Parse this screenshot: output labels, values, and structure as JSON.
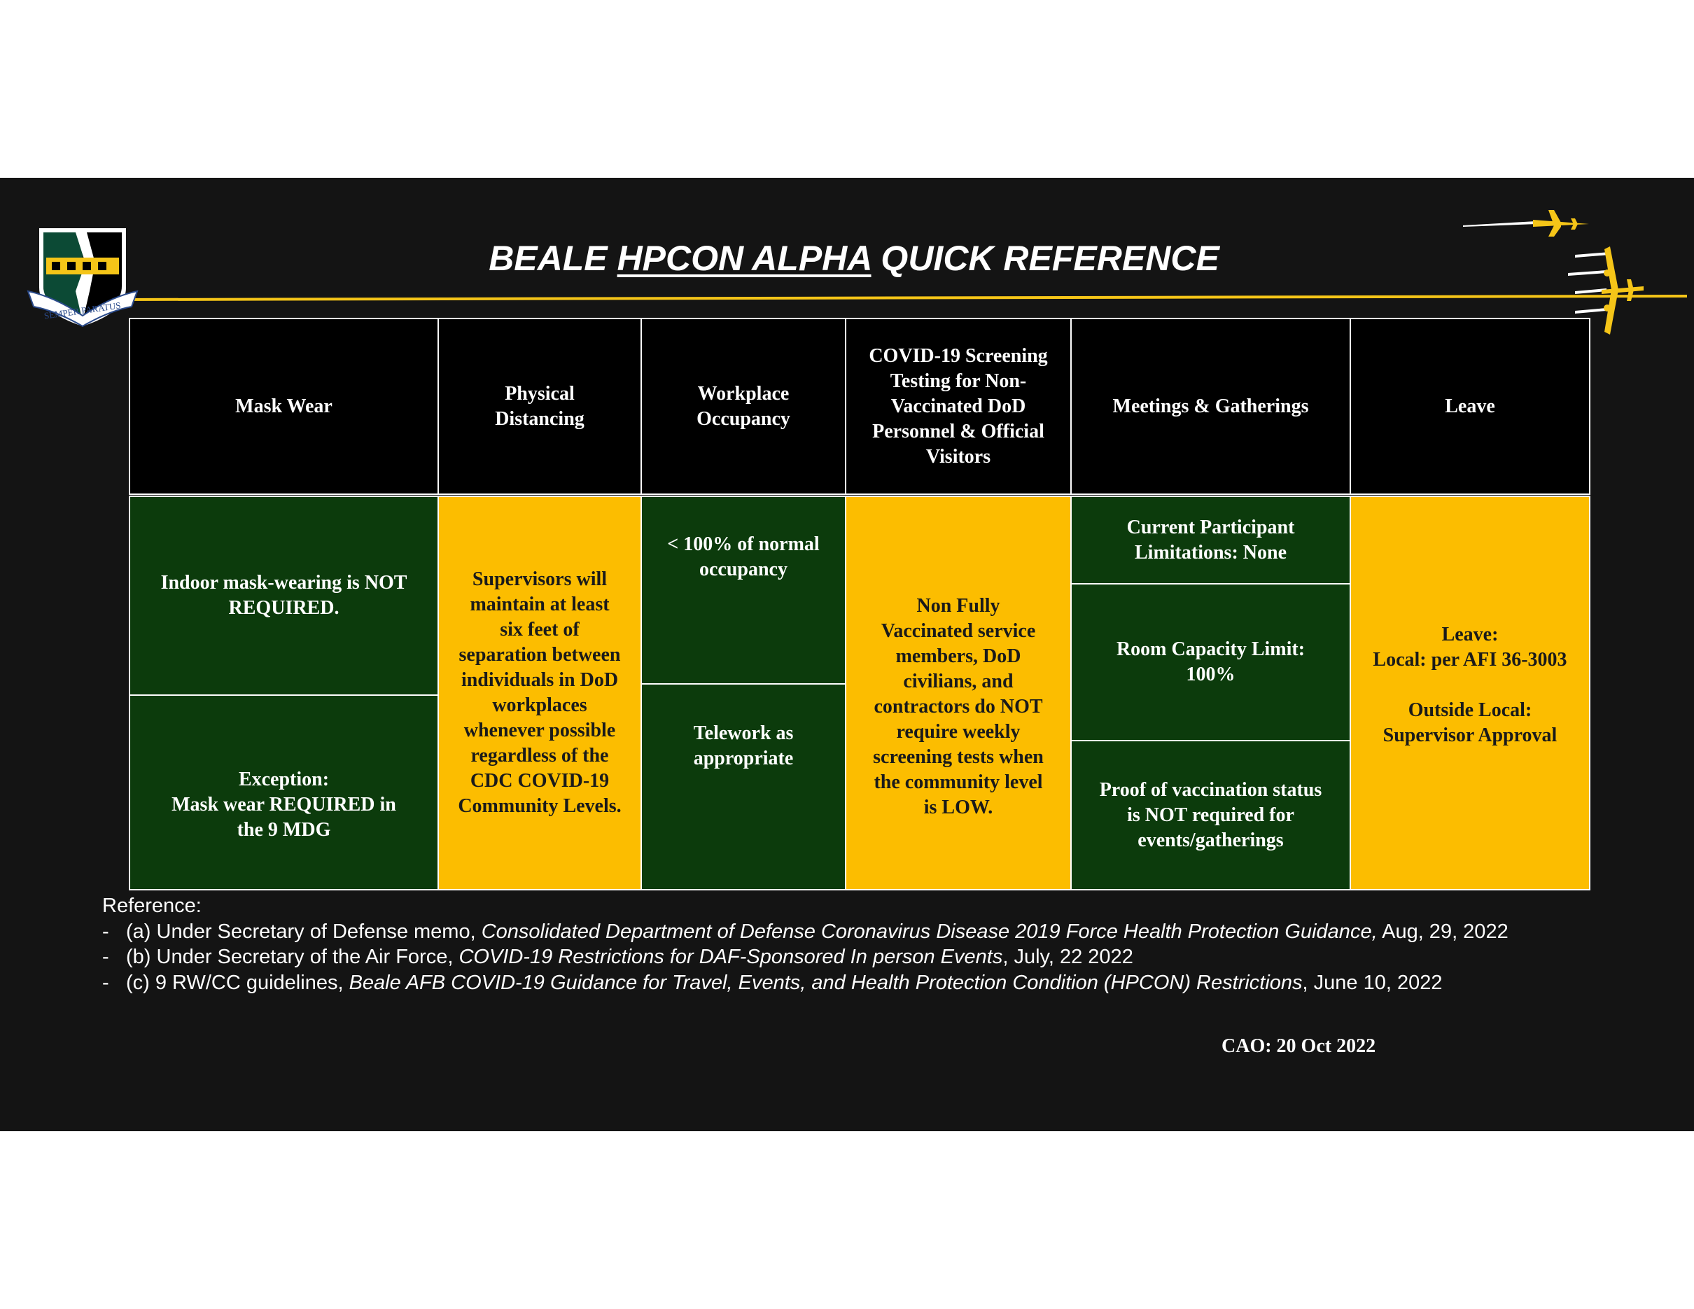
{
  "title": {
    "prefix": "BEALE ",
    "underlined": "HPCON ALPHA",
    "suffix": " QUICK REFERENCE"
  },
  "emblem": {
    "motto": "SEMPER PARATUS"
  },
  "table": {
    "headers": [
      "Mask Wear",
      "Physical\nDistancing",
      "Workplace\nOccupancy",
      "COVID-19 Screening\nTesting for Non-\nVaccinated DoD\nPersonnel & Official\nVisitors",
      "Meetings & Gatherings",
      "Leave"
    ],
    "mask_wear": {
      "primary": "Indoor mask-wearing is NOT\nREQUIRED.",
      "exception": "Exception:\nMask wear REQUIRED in\nthe 9 MDG"
    },
    "physical_distancing": "Supervisors will\nmaintain at least\nsix feet of\nseparation between\nindividuals in DoD\nworkplaces\nwhenever possible\nregardless of the\nCDC COVID-19\nCommunity Levels.",
    "workplace_occupancy": {
      "occupancy": "< 100% of normal\noccupancy",
      "telework": "Telework as\nappropriate"
    },
    "screening": "Non Fully\nVaccinated service\nmembers, DoD\ncivilians, and\ncontractors do NOT\nrequire weekly\nscreening tests when\nthe community level\nis LOW.",
    "meetings": {
      "participants": "Current Participant\nLimitations: None",
      "capacity": "Room Capacity Limit:\n100%",
      "proof": "Proof of vaccination status\nis NOT required for\nevents/gatherings"
    },
    "leave": "Leave:\nLocal: per AFI 36-3003\n\nOutside Local:\nSupervisor Approval"
  },
  "references": {
    "heading": "Reference:",
    "items": [
      {
        "bullet": "-",
        "pre": "(a) Under Secretary of Defense memo, ",
        "title": "Consolidated Department of Defense Coronavirus Disease 2019 Force Health Protection Guidance,",
        "post": " Aug, 29, 2022"
      },
      {
        "bullet": "-",
        "pre": "(b) Under Secretary of the Air Force, ",
        "title": "COVID-19 Restrictions for DAF-Sponsored In person Events",
        "post": ", July, 22 2022"
      },
      {
        "bullet": "-",
        "pre": "(c) 9 RW/CC guidelines, ",
        "title": "Beale AFB COVID-19 Guidance for Travel, Events, and Health Protection Condition (HPCON) Restrictions",
        "post": ", June 10, 2022"
      }
    ]
  },
  "cao": "CAO: 20 Oct 2022",
  "colors": {
    "background": "#141414",
    "header": "#000000",
    "green": "#0c3b0c",
    "yellow": "#fcbd00",
    "accent": "#f5c518"
  }
}
